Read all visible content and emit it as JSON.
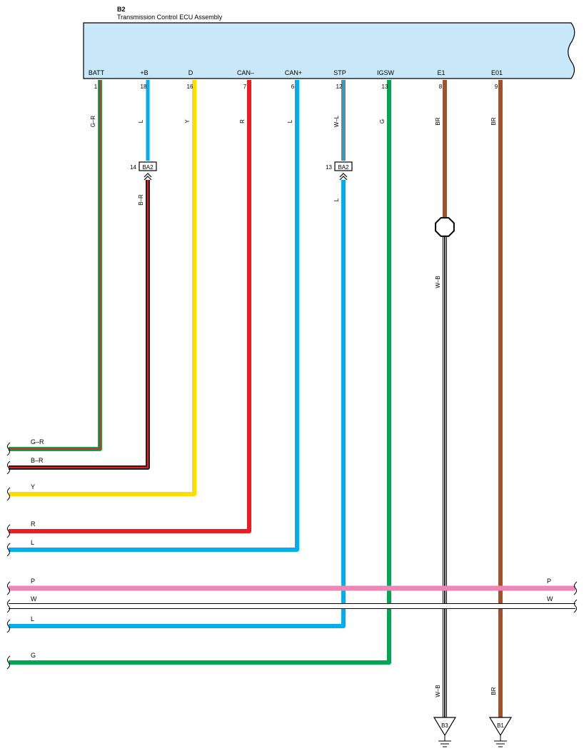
{
  "component": {
    "code": "B2",
    "name": "Transmission Control ECU Assembly",
    "fill_color": "#c8e7f9"
  },
  "colors": {
    "G": "#00a651",
    "R": "#ed1c24",
    "L": "#00aeef",
    "Y": "#ffde00",
    "BR": "#a0522d",
    "P": "#ef86b6",
    "W": "#ffffff",
    "B": "#231f20"
  },
  "terminals": [
    {
      "name": "BATT",
      "pin": "1",
      "wire": "G–R",
      "base": "G",
      "stripe": "R",
      "connector": null,
      "lower_wire": "G–R",
      "lower_base": "G",
      "lower_stripe": "R",
      "end": "harness"
    },
    {
      "name": "+B",
      "pin": "18",
      "wire": "L",
      "base": "L",
      "stripe": null,
      "connector": {
        "label": "BA2",
        "pin": "14"
      },
      "lower_wire": "B–R",
      "lower_base": "B",
      "lower_stripe": "R",
      "end": "harness"
    },
    {
      "name": "D",
      "pin": "16",
      "wire": "Y",
      "base": "Y",
      "stripe": null,
      "connector": null,
      "lower_wire": "Y",
      "lower_base": "Y",
      "lower_stripe": null,
      "end": "harness"
    },
    {
      "name": "CAN–",
      "pin": "7",
      "wire": "R",
      "base": "R",
      "stripe": null,
      "connector": null,
      "lower_wire": "R",
      "lower_base": "R",
      "lower_stripe": null,
      "end": "harness"
    },
    {
      "name": "CAN+",
      "pin": "6",
      "wire": "L",
      "base": "L",
      "stripe": null,
      "connector": null,
      "lower_wire": "L",
      "lower_base": "L",
      "lower_stripe": null,
      "end": "harness"
    },
    {
      "name": "STP",
      "pin": "12",
      "wire": "W–L",
      "base": "W",
      "stripe": "L",
      "connector": {
        "label": "BA2",
        "pin": "13"
      },
      "lower_wire": "L",
      "lower_base": "L",
      "lower_stripe": null,
      "end": "harness"
    },
    {
      "name": "IGSW",
      "pin": "13",
      "wire": "G",
      "base": "G",
      "stripe": null,
      "connector": null,
      "lower_wire": "G",
      "lower_base": "G",
      "lower_stripe": null,
      "end": "harness"
    },
    {
      "name": "E1",
      "pin": "8",
      "wire": "BR",
      "base": "BR",
      "stripe": null,
      "connector": null,
      "splice": true,
      "lower_wire": "W–B",
      "lower_base": "W",
      "lower_stripe": "B",
      "end": "ground",
      "ground_label": "B3"
    },
    {
      "name": "E01",
      "pin": "9",
      "wire": "BR",
      "base": "BR",
      "stripe": null,
      "connector": null,
      "lower_wire": "BR",
      "lower_base": "BR",
      "lower_stripe": null,
      "end": "ground",
      "ground_label": "B1"
    }
  ],
  "harness": [
    {
      "label": "G–R",
      "from": "BATT"
    },
    {
      "label": "B–R",
      "from": "+B"
    },
    {
      "label": "Y",
      "from": "D"
    },
    {
      "label": "R",
      "from": "CAN–"
    },
    {
      "label": "L",
      "from": "CAN+"
    },
    {
      "label": "P",
      "through": true,
      "right_label": "P"
    },
    {
      "label": "W",
      "through": true,
      "right_label": "W"
    },
    {
      "label": "L",
      "from": "STP"
    },
    {
      "label": "G",
      "from": "IGSW"
    }
  ]
}
